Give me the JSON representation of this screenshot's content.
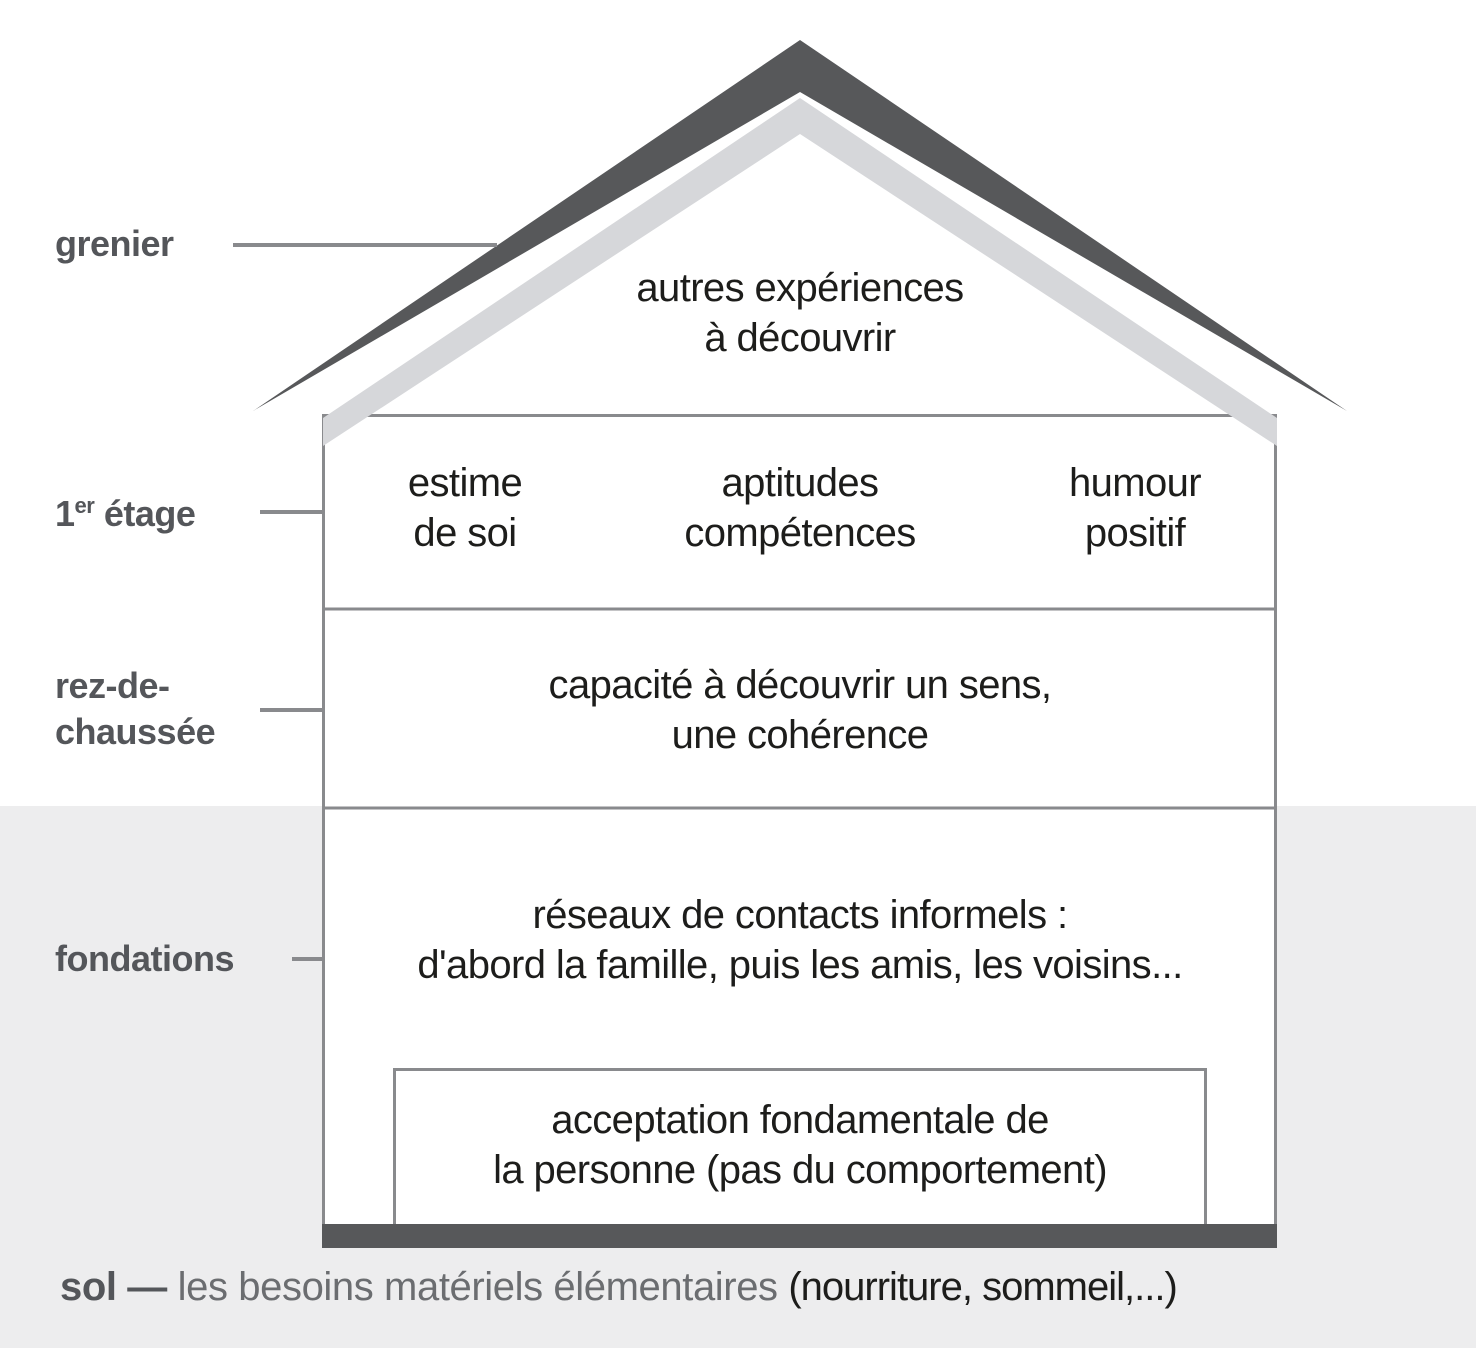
{
  "colors": {
    "roof_dark": "#57585a",
    "roof_light": "#d6d7da",
    "line_gray": "#898a8d",
    "sol_background": "#ededee",
    "base_bar": "#57585a",
    "content_text": "#1d1d1b",
    "label_text": "#54565a"
  },
  "labels": {
    "grenier": "grenier",
    "etage1_num": "1",
    "etage1_sup": "er",
    "etage1_word": " étage",
    "rez_line1": "rez-de-",
    "rez_line2": "chaussée",
    "fondations": "fondations",
    "sol_term": "sol — ",
    "sol_text": "les besoins matériels élémentaires ",
    "sol_paren": "(nourriture, sommeil,...)"
  },
  "house": {
    "attic": [
      "autres expériences",
      "à découvrir"
    ],
    "floor1": {
      "col1": [
        "estime",
        "de soi"
      ],
      "col2": [
        "aptitudes",
        "compétences"
      ],
      "col3": [
        "humour",
        "positif"
      ]
    },
    "ground_floor": [
      "capacité à découvrir un sens,",
      "une cohérence"
    ],
    "foundations": [
      "réseaux de contacts informels :",
      "d'abord la famille, puis les amis, les voisins..."
    ],
    "acceptance_box": [
      "acceptation fondamentale de",
      "la personne (pas du comportement)"
    ]
  }
}
